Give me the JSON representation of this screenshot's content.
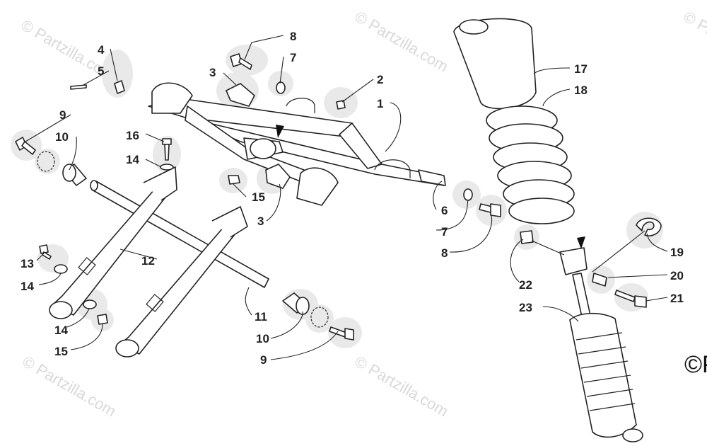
{
  "watermarks": [
    "© Partzilla.com",
    "© Partzilla.com",
    "© Partzilla.com",
    "© Partzilla.com",
    "© Partzilla.com"
  ],
  "copyright_partial": "©P",
  "callouts": [
    "1",
    "2",
    "3",
    "3",
    "4",
    "5",
    "6",
    "7",
    "7",
    "8",
    "8",
    "9",
    "9",
    "10",
    "10",
    "11",
    "12",
    "13",
    "14",
    "14",
    "14",
    "15",
    "15",
    "16",
    "17",
    "18",
    "19",
    "20",
    "21",
    "22",
    "23"
  ],
  "parts": {
    "a_arm": "A-arm frame",
    "shock": "shock absorber",
    "spring": "coil spring",
    "boot": "spring boot",
    "axle": "cross shaft",
    "arms": "rear arms"
  }
}
